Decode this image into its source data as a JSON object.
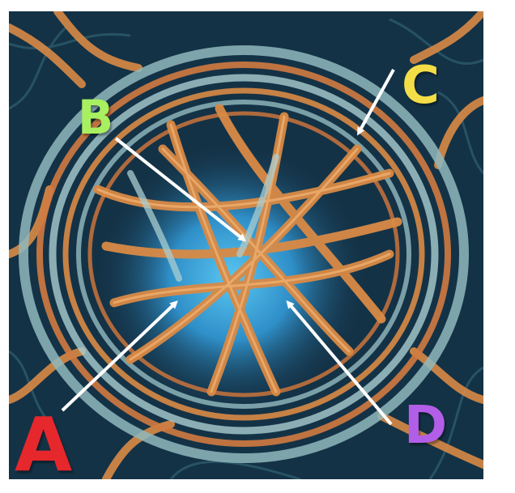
{
  "labels": {
    "a": "A",
    "b": "B",
    "c": "C",
    "d": "D"
  },
  "colors": {
    "label_a": "#e6272c",
    "label_b": "#a8f060",
    "label_c": "#f4de48",
    "label_d": "#b35ee8",
    "background": "#143246",
    "fiber": "#d98a45",
    "membrane": "#9cc4c8",
    "core_glow": "#2f9ad6",
    "arrow": "#ffffff"
  }
}
